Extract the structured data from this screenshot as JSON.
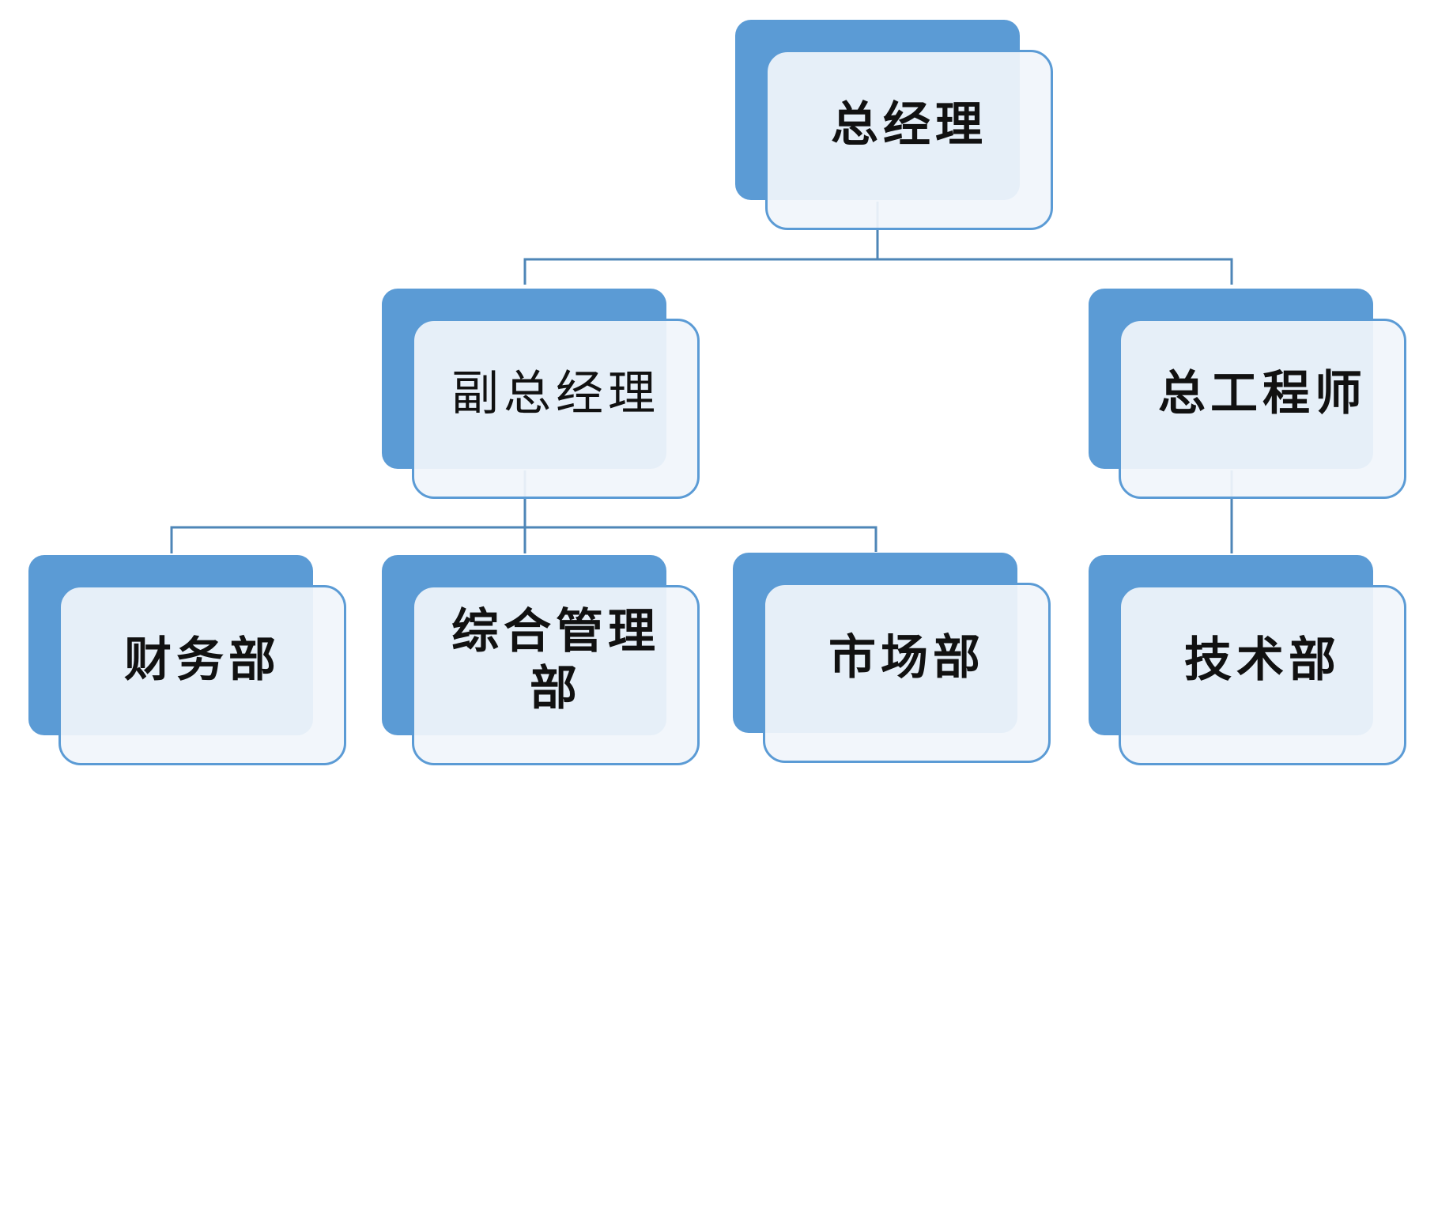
{
  "org_chart": {
    "nodes": {
      "ceo": "总经理",
      "vp": "副总经理",
      "chief_engineer": "总工程师",
      "finance": "财务部",
      "admin": "综合管理部",
      "marketing": "市场部",
      "technology": "技术部"
    },
    "hierarchy": [
      {
        "parent": "总经理",
        "children": [
          "副总经理",
          "总工程师"
        ]
      },
      {
        "parent": "副总经理",
        "children": [
          "财务部",
          "综合管理部",
          "市场部"
        ]
      },
      {
        "parent": "总工程师",
        "children": [
          "技术部"
        ]
      }
    ],
    "colors": {
      "node_back": "#5b9bd5",
      "node_front": "#f1f5fb",
      "node_border": "#5b9bd5",
      "connector": "#4e86b7",
      "text": "#111111"
    }
  }
}
